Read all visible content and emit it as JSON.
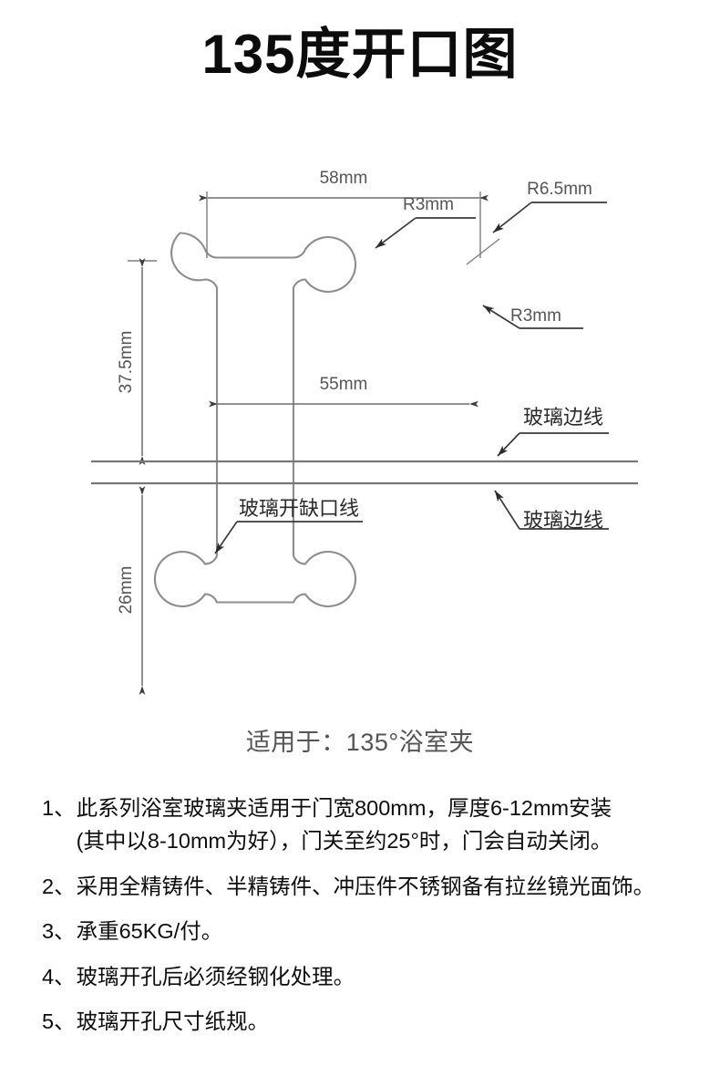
{
  "page": {
    "title": "135度开口图",
    "caption": "适用于：135°浴室夹",
    "background_color": "#ffffff",
    "line_color": "#8d8d8d",
    "text_color": "#0d0d0d"
  },
  "diagram": {
    "name": "135-degree-glass-clamp-cutout-drawing",
    "dimensions": {
      "width_overall": "58mm",
      "width_inner": "55mm",
      "height_upper": "37.5mm",
      "height_lower": "26mm",
      "radius_lobe": "R6.5mm",
      "radius_fillet_top": "R3mm",
      "radius_fillet_right": "R3mm"
    },
    "labels": {
      "glass_edge_top": "玻璃边线",
      "glass_edge_bottom": "玻璃边线",
      "glass_notch_line": "玻璃开缺口线"
    }
  },
  "notes": [
    {
      "number": "1、",
      "lines": [
        "此系列浴室玻璃夹适用于门宽800mm，厚度6-12mm安装",
        "(其中以8-10mm为好），门关至约25°时，门会自动关闭。"
      ]
    },
    {
      "number": "2、",
      "lines": [
        "采用全精铸件、半精铸件、冲压件不锈钢备有拉丝镜光面饰。"
      ]
    },
    {
      "number": "3、",
      "lines": [
        "承重65KG/付。"
      ]
    },
    {
      "number": "4、",
      "lines": [
        "玻璃开孔后必须经钢化处理。"
      ]
    },
    {
      "number": "5、",
      "lines": [
        "玻璃开孔尺寸纸规。"
      ]
    }
  ]
}
